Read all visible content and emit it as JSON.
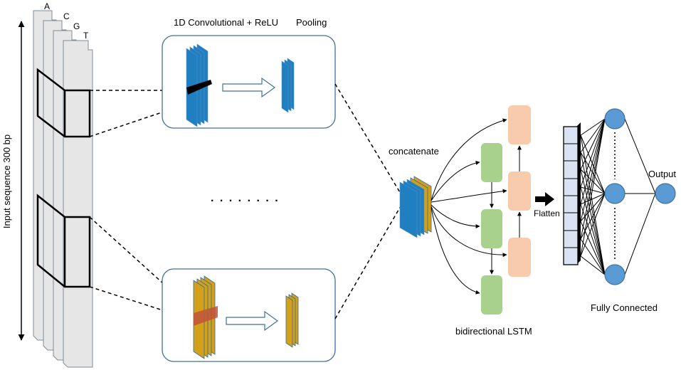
{
  "axis": {
    "label": "Input sequence 300 bp"
  },
  "channels": [
    "A",
    "C",
    "G",
    "T"
  ],
  "labels": {
    "conv": "1D Convolutional + ReLU",
    "pooling": "Pooling",
    "ellipsis": ". . . . . . . .",
    "concatenate": "concatenate",
    "bilstm": "bidirectional LSTM",
    "flatten": "Flatten",
    "fully_connected": "Fully Connected",
    "output": "Output"
  },
  "colors": {
    "blue": "#1f7fc0",
    "gold": "#d4a017",
    "green": "#a9d18e",
    "peach": "#f8cbad",
    "neuron": "#5b9bd5",
    "flatten_cell": "#dae3f3",
    "sequence_sheet": "#e7e6e6",
    "panel_border": "#41719c"
  }
}
